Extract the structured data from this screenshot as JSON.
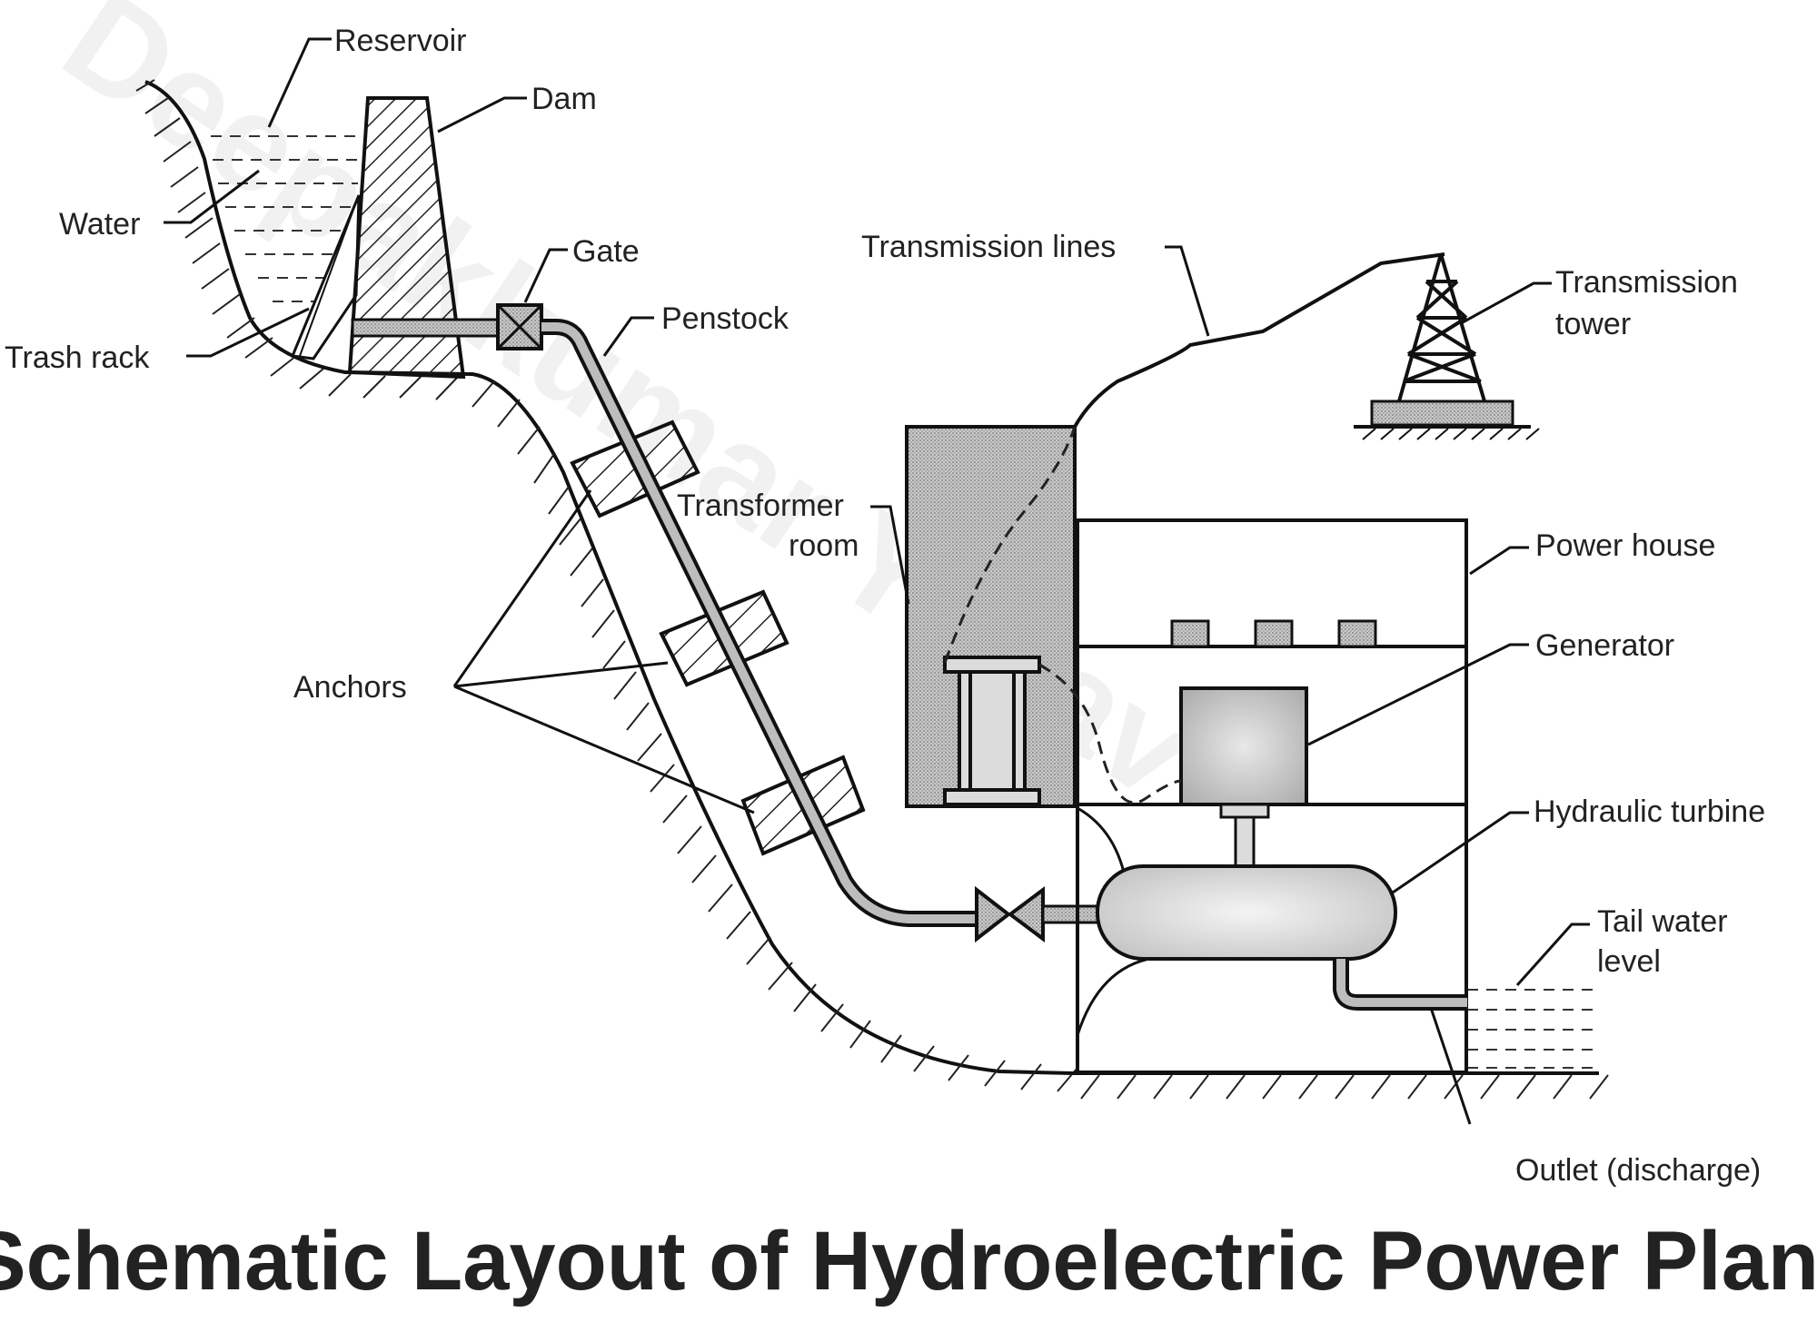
{
  "title": "Schematic Layout of Hydroelectric Power Plant",
  "watermark": "Deepakkumar Yadav",
  "labels": {
    "reservoir": "Reservoir",
    "dam": "Dam",
    "water": "Water",
    "trash_rack": "Trash rack",
    "gate": "Gate",
    "penstock": "Penstock",
    "transmission_lines": "Transmission lines",
    "transmission_tower_1": "Transmission",
    "transmission_tower_2": "tower",
    "transformer_room_1": "Transformer",
    "transformer_room_2": "room",
    "power_house": "Power house",
    "generator": "Generator",
    "anchors": "Anchors",
    "hydraulic_turbine": "Hydraulic turbine",
    "tail_water_1": "Tail water",
    "tail_water_2": "level",
    "outlet": "Outlet (discharge)"
  }
}
